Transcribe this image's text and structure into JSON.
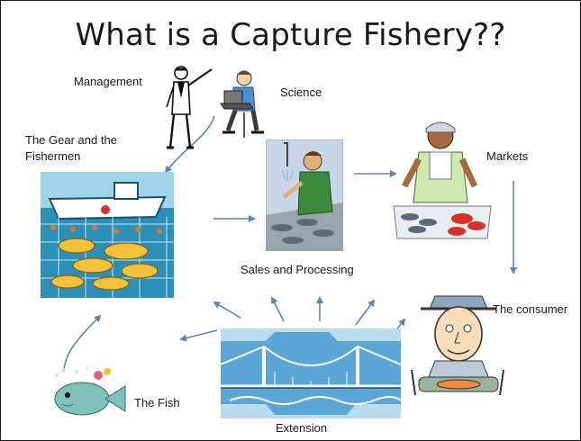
{
  "title": "What is a Capture Fishery??",
  "labels": {
    "management": "Management",
    "science": "Science",
    "gear_line1": "The Gear and the",
    "gear_line2": "Fishermen",
    "markets": "Markets",
    "sales": "Sales and Processing",
    "consumer": "The consumer",
    "fish": "The Fish",
    "extension": "Extension"
  },
  "colors": {
    "arrow": "#5b87b5",
    "sea": "#2b8fb8",
    "fish": "#f2c23a",
    "lobster": "#d8302a",
    "apron": "#3c8a3c"
  }
}
